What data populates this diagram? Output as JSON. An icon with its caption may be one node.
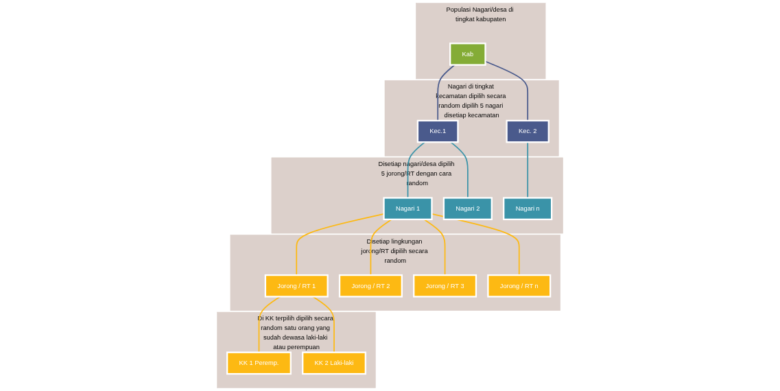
{
  "diagram": {
    "nodes": [
      {
        "text": [
          "Populasi Nagari/desa di tingkat kabupaten"
        ]
      },
      {
        "text": [
          "Kab"
        ],
        "in": 0
      },
      {
        "text": [
          "Nagari di tingkat kecamatan dipilih secara random dipilih 5 nagari disetiap kecamatan"
        ]
      },
      {
        "text": [
          "Kec.1"
        ],
        "in": 2
      },
      {
        "text": [
          "Kec. 2"
        ],
        "in": 2
      },
      {
        "text": [
          "Disetiap nagari/desa dipilih 5 jorong/RT dengan cara random"
        ]
      },
      {
        "text": [
          "Nagari 1"
        ],
        "in": 5
      },
      {
        "text": [
          "Nagari 2"
        ],
        "in": 5
      },
      {
        "text": [
          "Nagari n"
        ],
        "in": 5
      },
      {
        "text": [
          "Disetiap lingkungan jorong/RT dipilih secara random"
        ]
      },
      {
        "text": [
          "Jorong / RT 1"
        ],
        "in": 9
      },
      {
        "text": [
          "Jorong / RT 2"
        ],
        "in": 9
      },
      {
        "text": [
          "Jorong / RT 3"
        ],
        "in": 9
      },
      {
        "text": [
          "Jorong / RT n"
        ],
        "in": 9
      },
      {
        "text": [
          "Di KK terpilih dipilih secara random satu orang yang sudah dewasa laki-laki atau perempuan"
        ]
      },
      {
        "text": [
          "KK 1 Peremp."
        ],
        "in": 14
      },
      {
        "text": [
          "KK 2 Laki-laki"
        ],
        "in": 14
      }
    ],
    "edges": [
      {
        "from": 1,
        "to": 3,
        "arrow": "none",
        "color": "#4a5a8c"
      },
      {
        "from": 1,
        "to": 4,
        "arrow": "none",
        "color": "#4a5a8c"
      },
      {
        "from": 3,
        "to": 6,
        "arrow": "none",
        "color": "#3a93a8"
      },
      {
        "from": 3,
        "to": 7,
        "arrow": "none",
        "color": "#3a93a8"
      },
      {
        "from": 4,
        "to": 8,
        "arrow": "none",
        "color": "#3a93a8"
      },
      {
        "from": 6,
        "to": 10,
        "arrow": "none"
      },
      {
        "from": 6,
        "to": 11,
        "arrow": "none"
      },
      {
        "from": 6,
        "to": 12,
        "arrow": "none"
      },
      {
        "from": 6,
        "to": 13,
        "arrow": "none"
      },
      {
        "from": 10,
        "to": 15,
        "arrow": "none"
      },
      {
        "from": 10,
        "to": 16,
        "arrow": "none"
      }
    ]
  }
}
